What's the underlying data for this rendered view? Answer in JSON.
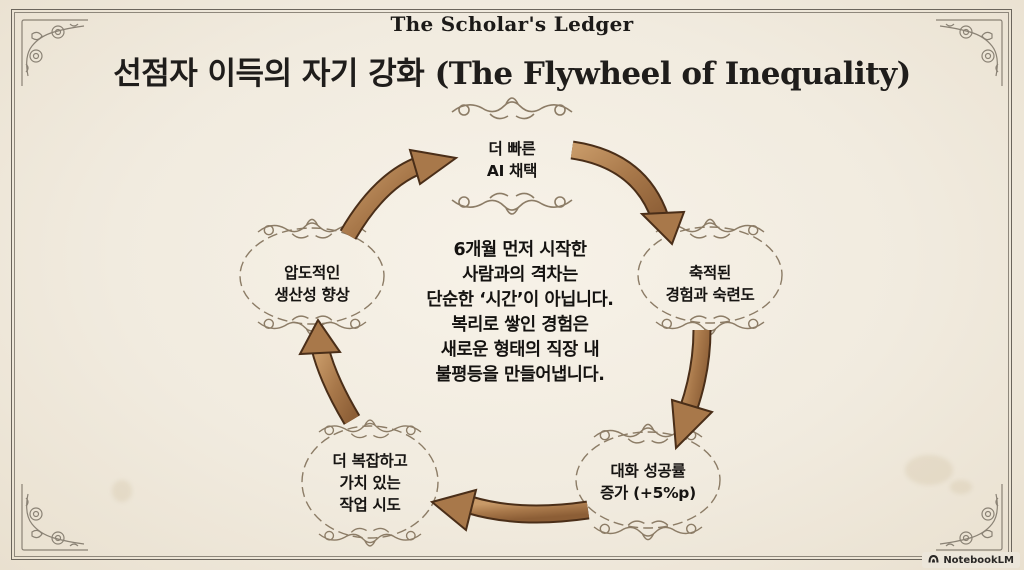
{
  "header": {
    "brand": "The Scholar's Ledger",
    "title_ko": "선점자 이득의 자기 강화",
    "title_en": "(The Flywheel of Inequality)"
  },
  "cycle": {
    "nodes": [
      {
        "id": "faster-adoption",
        "lines": [
          "더 빠른",
          "AI 채택"
        ]
      },
      {
        "id": "accumulated-experience",
        "lines": [
          "축적된",
          "경험과 숙련도"
        ]
      },
      {
        "id": "success-rate",
        "lines": [
          "대화 성공률",
          "증가 (+5%p)"
        ]
      },
      {
        "id": "complex-tasks",
        "lines": [
          "더 복잡하고",
          "가치 있는",
          "작업 시도"
        ]
      },
      {
        "id": "productivity",
        "lines": [
          "압도적인",
          "생산성 향상"
        ]
      }
    ],
    "direction": "clockwise",
    "arrow_color": "#a97a4a",
    "arrow_outline": "#4a2e18"
  },
  "center": {
    "lines": [
      "6개월 먼저 시작한",
      "사람과의 격차는",
      "단순한 ‘시간’이 아닙니다.",
      "복리로 쌓인 경험은",
      "새로운 형태의 직장 내",
      "불평등을 만들어냅니다."
    ]
  },
  "watermark": {
    "icon": "notebooklm-icon",
    "label": "NotebookLM"
  },
  "colors": {
    "paper": "#f2ece0",
    "ornament": "#8a7d6a",
    "text": "#1a1816"
  }
}
